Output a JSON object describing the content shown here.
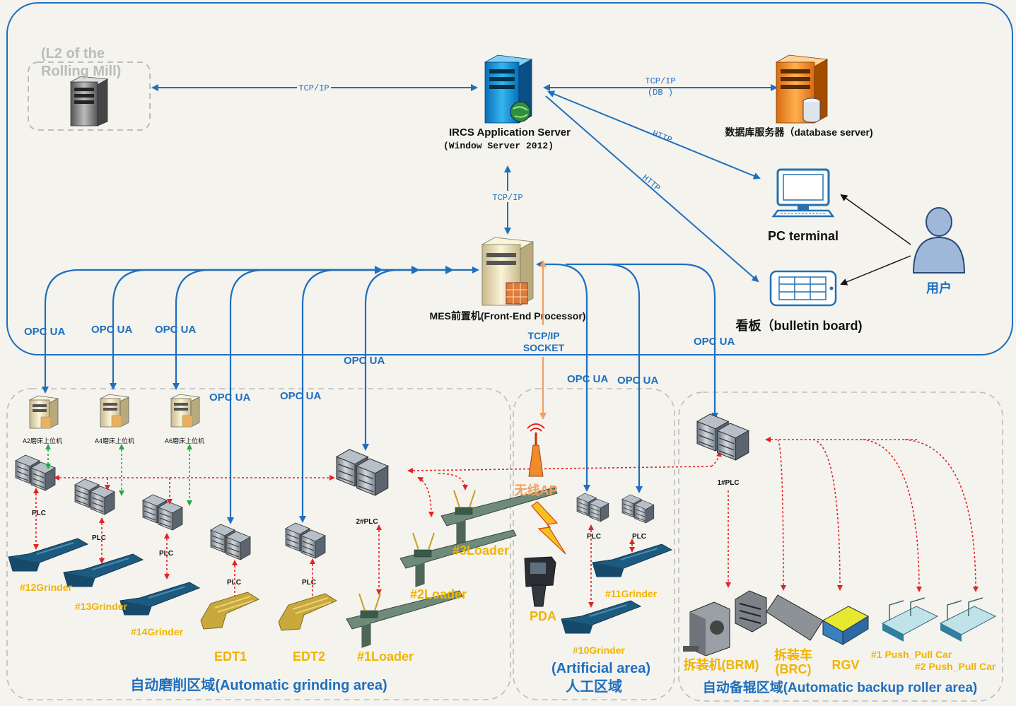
{
  "servers": {
    "l2": "(L2 of the Rolling Mill)",
    "l2_line1": "(L2 of the",
    "l2_line2": "Rolling Mill)",
    "ircs": "IRCS Application Server",
    "ircs_os": "(Window Server 2012)",
    "db": "数据库服务器（database server)",
    "pc": "PC terminal",
    "board": "看板（bulletin board)",
    "user": "用户",
    "mes": "MES前置机(Front-End Processor)"
  },
  "links": {
    "tcpip": "TCP/IP",
    "tcpip_db": "TCP/IP",
    "db_tag": "(DB )",
    "http1": "HTTP",
    "http2": "HTTP",
    "tcpip_mid": "TCP/IP",
    "socket1": "TCP/IP",
    "socket2": "SOCKET",
    "opcua": "OPC UA"
  },
  "hosts": [
    "A2磨床上位机",
    "A4磨床上位机",
    "A6磨床上位机"
  ],
  "plc": {
    "generic": "PLC",
    "plc2": "2#PLC",
    "plc1": "1#PLC"
  },
  "grinders": [
    "#12Grinder",
    "#13Grinder",
    "#14Grinder",
    "#11Grinder",
    "#10Grinder"
  ],
  "edt": [
    "EDT1",
    "EDT2"
  ],
  "loaders": [
    "#1Loader",
    "#2Loader",
    "#3Loader"
  ],
  "wireless": {
    "ap": "无线AP",
    "pda": "PDA"
  },
  "backup_items": {
    "brm": "拆装机(BRM)",
    "brc1": "拆装车",
    "brc2": "(BRC)",
    "rgv": "RGV",
    "car1": "#1 Push_Pull Car",
    "car2": "#2 Push_Pull Car"
  },
  "areas": {
    "grinding": "自动磨削区域(Automatic grinding area)",
    "artificial_en": "(Artificial area)",
    "artificial_cn": "人工区域",
    "backup": "自动备辊区域(Automatic backup roller area)"
  },
  "colors": {
    "blue": "#1f6fbd",
    "label_blue": "#1d5fa8",
    "orange": "#f0a060",
    "red": "#e52222",
    "green": "#22aa44",
    "yellow": "#f0b400"
  }
}
